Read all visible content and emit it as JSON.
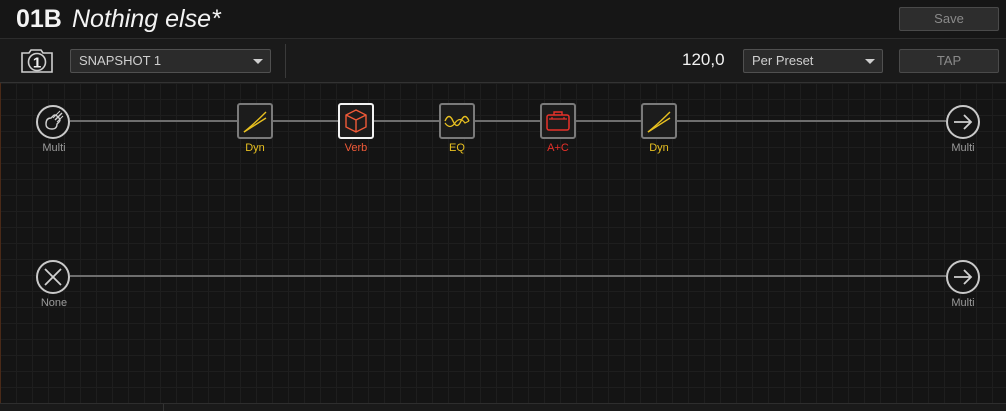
{
  "header": {
    "preset_number": "01B",
    "preset_name": "Nothing else*",
    "save_label": "Save"
  },
  "toolbar": {
    "snapshot_icon_number": "1",
    "snapshot_selected": "SNAPSHOT 1",
    "tempo": "120,0",
    "tempo_mode_selected": "Per Preset",
    "tap_label": "TAP"
  },
  "paths": [
    {
      "input": {
        "label": "Multi",
        "icon": "guitar-input-icon"
      },
      "blocks": [
        {
          "label": "Dyn",
          "icon": "dynamics-icon",
          "color": "#e8c020",
          "selected": false
        },
        {
          "label": "Verb",
          "icon": "reverb-cube-icon",
          "color": "#f05a38",
          "selected": true
        },
        {
          "label": "EQ",
          "icon": "eq-wave-icon",
          "color": "#e8c020",
          "selected": false
        },
        {
          "label": "A+C",
          "icon": "amp-cab-icon",
          "color": "#e8312a",
          "selected": false
        },
        {
          "label": "Dyn",
          "icon": "dynamics-icon",
          "color": "#e8c020",
          "selected": false
        }
      ],
      "output": {
        "label": "Multi",
        "icon": "output-arrow-icon"
      }
    },
    {
      "input": {
        "label": "None",
        "icon": "no-input-icon"
      },
      "blocks": [],
      "output": {
        "label": "Multi",
        "icon": "output-arrow-icon"
      }
    }
  ],
  "colors": {
    "dynamics": "#e8c020",
    "reverb": "#f05a38",
    "amp": "#e8312a",
    "path": "#6e6e6e"
  }
}
